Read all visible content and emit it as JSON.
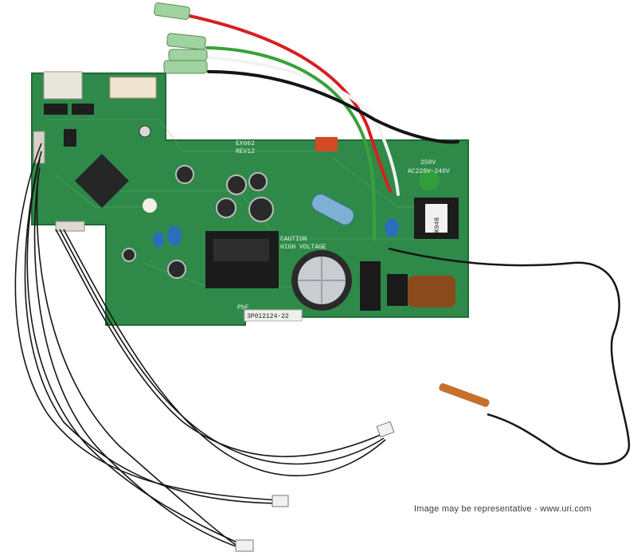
{
  "board": {
    "model": "EX662",
    "revision": "REV12",
    "caution_line1": "CAUTION",
    "caution_line2": "HIGH VOLTAGE",
    "part_sticker": "3P012124-22",
    "pbf_mark": "PbF",
    "fuse_label": "250V",
    "voltage_label": "AC220V~240V",
    "choke_label": "K948"
  },
  "colors": {
    "board_green": "#2f8a4a",
    "red_wire": "#d6201f",
    "white_wire": "#f2f2f2",
    "green_wire": "#37a23a",
    "black_wire": "#141414",
    "copper_sensor": "#c76f2b"
  },
  "caption": "Image may be representative - www.uri.com"
}
